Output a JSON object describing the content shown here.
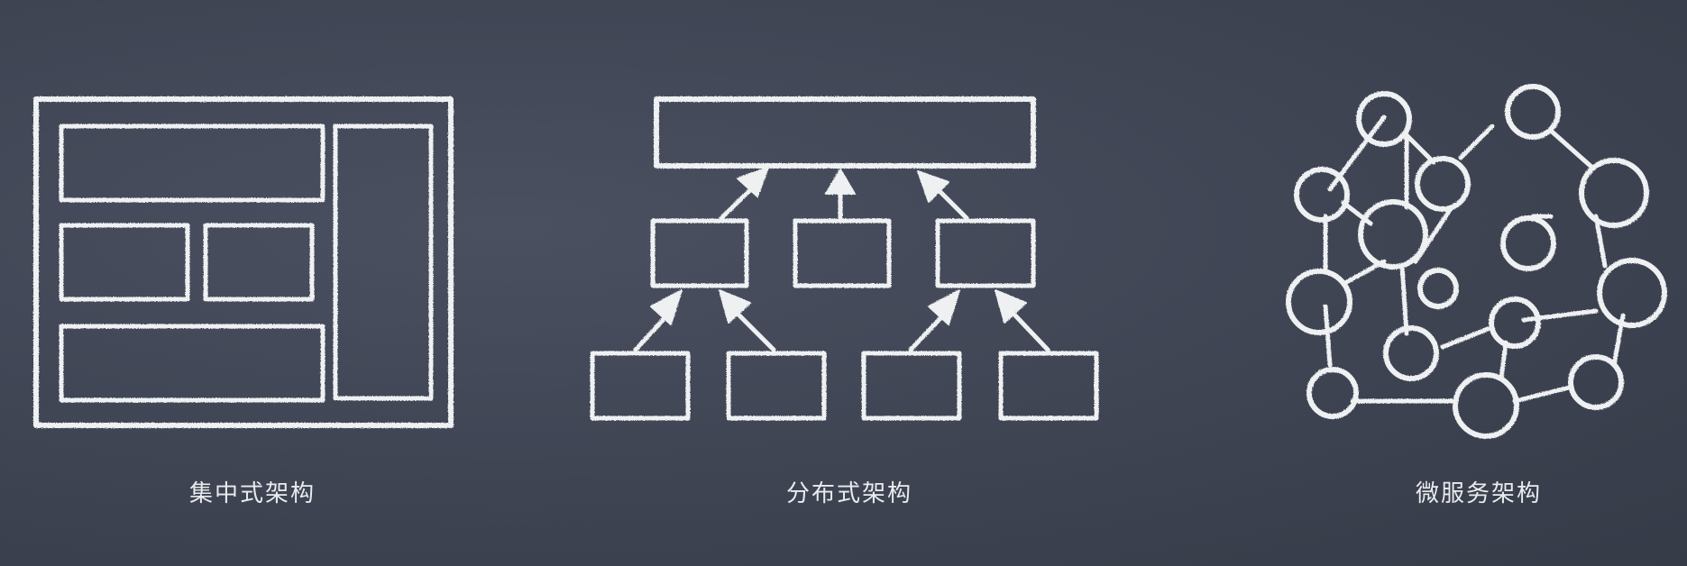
{
  "diagrams": [
    {
      "id": "centralized",
      "caption": "集中式架构"
    },
    {
      "id": "distributed",
      "caption": "分布式架构"
    },
    {
      "id": "microservices",
      "caption": "微服务架构"
    }
  ],
  "colors": {
    "board": "#3e4452",
    "chalk": "#eef0f2"
  }
}
